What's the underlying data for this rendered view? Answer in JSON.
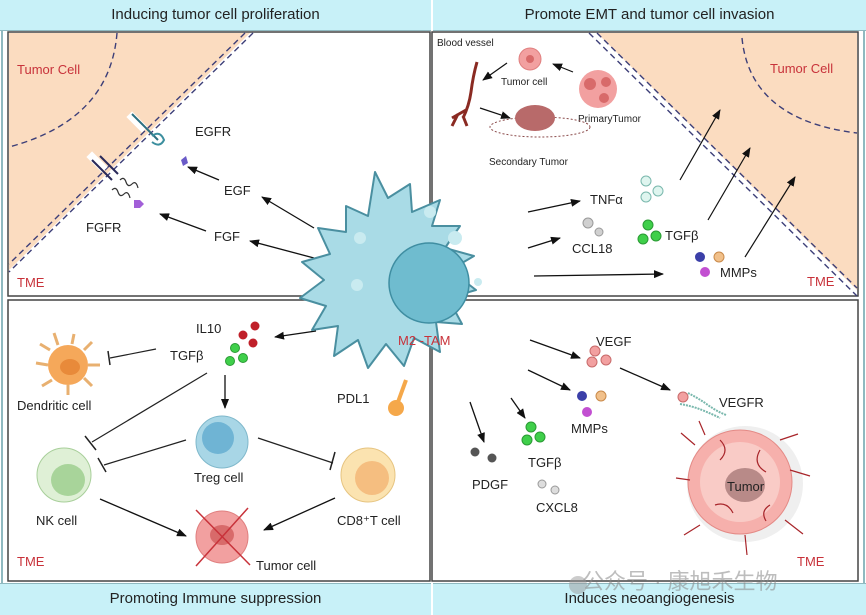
{
  "diagram": {
    "title_center": "M2 -TAM",
    "quadrants": {
      "top_left": {
        "banner": "Inducing tumor cell proliferation",
        "tumor_cell_label": "Tumor Cell",
        "tme_label": "TME",
        "receptors": [
          "EGFR",
          "FGFR"
        ],
        "ligands": [
          "EGF",
          "FGF"
        ]
      },
      "top_right": {
        "banner": "Promote EMT and tumor cell invasion",
        "tumor_cell_label": "Tumor Cell",
        "tme_label": "TME",
        "inset": {
          "blood_vessel": "Blood vessel",
          "tumor_cell": "Tumor cell",
          "primary_tumor": "PrimaryTumor",
          "secondary_tumor": "Secondary Tumor"
        },
        "factors": [
          "TNFα",
          "CCL18",
          "TGFβ",
          "MMPs"
        ]
      },
      "bottom_left": {
        "banner": "Promoting Immune suppression",
        "tme_label": "TME",
        "factors": [
          "IL10",
          "TGFβ"
        ],
        "cells": [
          "Dendritic cell",
          "Treg cell",
          "NK cell",
          "CD8⁺T cell",
          "Tumor cell"
        ],
        "pdl1": "PDL1"
      },
      "bottom_right": {
        "banner": "Induces neoangiogenesis",
        "tme_label": "TME",
        "factors": [
          "VEGF",
          "MMPs",
          "TGFβ",
          "PDGF",
          "CXCL8"
        ],
        "receptor": "VEGFR",
        "tumor": "Tumor"
      }
    },
    "watermark": "公众号 · 康旭禾生物",
    "colors": {
      "banner": "#c8f1f8",
      "tumor_region": "#fbdcc0",
      "label_red": "#c8323a",
      "macrophage": "#a9dbe6",
      "nucleus": "#6fbccf",
      "tgfb_green": "#3fcf4a",
      "il10_red": "#c0202a",
      "mmp_blue": "#3b3fa8",
      "mmp_orange": "#f1c08a",
      "mmp_purple": "#c24fd1",
      "vegf_pink": "#e89a9a"
    }
  }
}
